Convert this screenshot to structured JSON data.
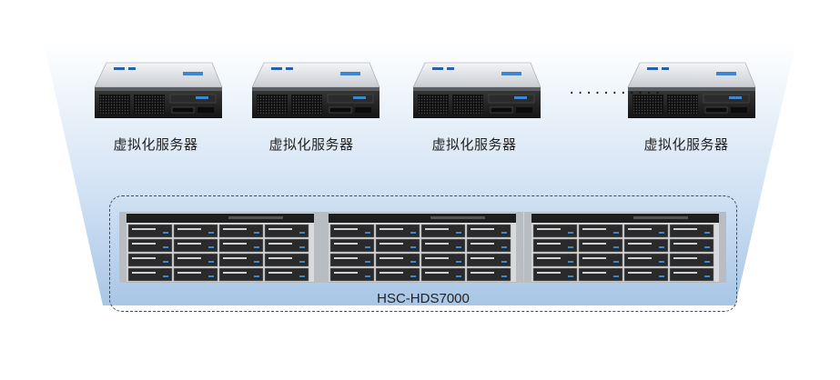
{
  "servers": {
    "items": [
      {
        "label": "虚拟化服务器"
      },
      {
        "label": "虚拟化服务器"
      },
      {
        "label": "虚拟化服务器"
      },
      {
        "label": "虚拟化服务器"
      }
    ],
    "ellipsis": "..........."
  },
  "storage": {
    "label": "HSC-HDS7000",
    "units": 3
  },
  "colors": {
    "background_top": "#ffffff",
    "background_bottom": "#a9c6e6",
    "server_body": "#1a1a1a",
    "server_top": "#e4e6e9",
    "server_accent": "#3f86d1",
    "storage_frame": "#d9dadc",
    "storage_bay": "#2a2a2a",
    "group_border": "#3c4c5c"
  }
}
